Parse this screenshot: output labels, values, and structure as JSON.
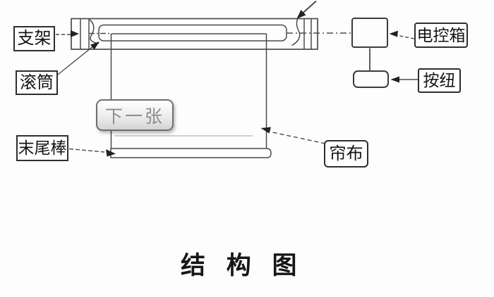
{
  "diagram": {
    "title": "结 构 图",
    "labels": {
      "bracket": "支架",
      "roller": "滚筒",
      "end_bar": "末尾棒",
      "curtain": "帘布",
      "control_box": "电控箱",
      "push_button": "按纽"
    }
  },
  "viewer_overlay": {
    "next_button": "下一张"
  },
  "colors": {
    "line": "#4b4b4b",
    "label_border": "#2e2e2e",
    "title_text": "#161616",
    "next_button_text": "#8d8d8d",
    "background": "#fdfdfd"
  }
}
